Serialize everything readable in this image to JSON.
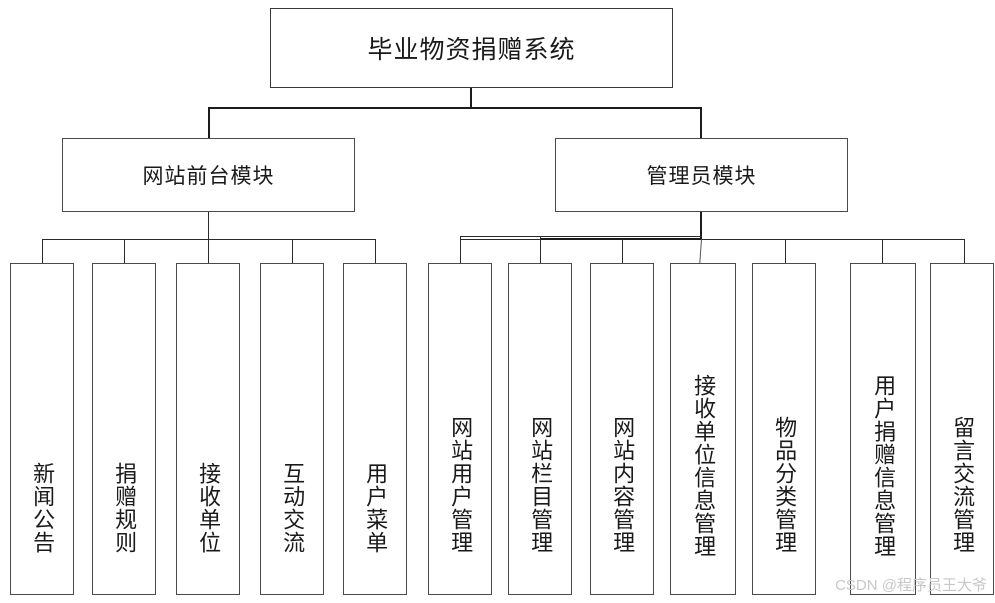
{
  "diagram": {
    "title": "毕业物资捐赠系统",
    "root": {
      "label": "毕业物资捐赠系统"
    },
    "branches": [
      {
        "label": "网站前台模块"
      },
      {
        "label": "管理员模块"
      }
    ],
    "frontend_leaves": [
      {
        "label": "新闻公告"
      },
      {
        "label": "捐赠规则"
      },
      {
        "label": "接收单位"
      },
      {
        "label": "互动交流"
      },
      {
        "label": "用户菜单"
      }
    ],
    "admin_leaves": [
      {
        "label": "网站用户管理"
      },
      {
        "label": "网站栏目管理"
      },
      {
        "label": "网站内容管理"
      },
      {
        "label": "接收单位信息管理"
      },
      {
        "label": "物品分类管理"
      },
      {
        "label": "用户捐赠信息管理"
      },
      {
        "label": "留言交流管理"
      }
    ]
  },
  "watermark": {
    "text": "CSDN @程序员王大爷"
  },
  "colors": {
    "box_border": "#4a4a4a",
    "connector": "#2b2b2b",
    "background": "#ffffff",
    "text": "#1a1a1a",
    "watermark": "#c8c8c8"
  }
}
